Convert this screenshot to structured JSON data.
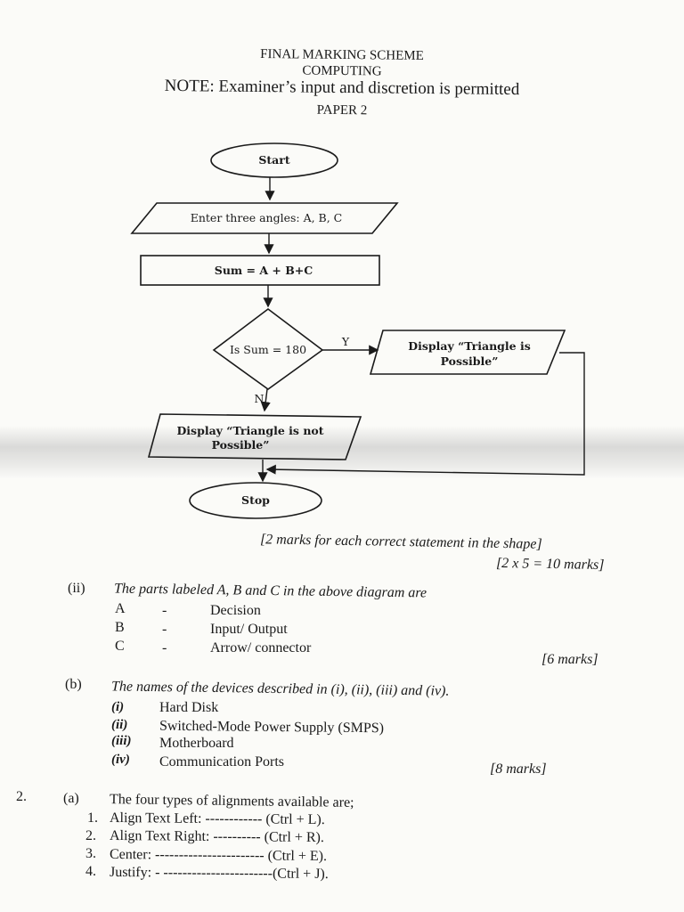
{
  "header": {
    "line1": "FINAL MARKING SCHEME",
    "line2": "COMPUTING",
    "note": "NOTE:  Examiner’s input and discretion is permitted",
    "paper": "PAPER 2"
  },
  "flowchart": {
    "start": "Start",
    "input": "Enter three angles: A, B, C",
    "process": "Sum = A + B+C",
    "decision": "Is Sum = 180",
    "yes_label": "Y",
    "no_label": "N",
    "yes_output_1": "Display “Triangle is",
    "yes_output_2": "Possible”",
    "no_output_1": "Display “Triangle is not",
    "no_output_2": "Possible”",
    "stop": "Stop"
  },
  "marks_note": {
    "line1": "[2 marks for each correct statement in the shape]",
    "line2": "[2 x 5 = 10 marks]"
  },
  "part_ii": {
    "label": "(ii)",
    "intro": "The parts labeled A, B and C in the above diagram are",
    "items": [
      {
        "key": "A",
        "dash": "-",
        "value": "Decision"
      },
      {
        "key": "B",
        "dash": "-",
        "value": "Input/ Output"
      },
      {
        "key": "C",
        "dash": "-",
        "value": "Arrow/ connector"
      }
    ],
    "marks": "[6 marks]"
  },
  "part_b": {
    "label": "(b)",
    "intro": "The names of the devices described in (i), (ii), (iii) and (iv).",
    "items": [
      {
        "num": "(i)",
        "value": "Hard Disk"
      },
      {
        "num": "(ii)",
        "value": "Switched-Mode Power Supply (SMPS)"
      },
      {
        "num": "(iii)",
        "value": "Motherboard"
      },
      {
        "num": "(iv)",
        "value": "Communication Ports"
      }
    ],
    "marks": "[8 marks]"
  },
  "question_2": {
    "number": "2.",
    "label": "(a)",
    "intro": "The four types of alignments available are;",
    "items": [
      {
        "num": "1.",
        "value": "Align Text Left: ------------ (Ctrl + L)."
      },
      {
        "num": "2.",
        "value": "Align Text Right: ---------- (Ctrl + R)."
      },
      {
        "num": "3.",
        "value": "Center: ----------------------- (Ctrl + E)."
      },
      {
        "num": "4.",
        "value": "Justify: - -----------------------(Ctrl + J)."
      }
    ]
  }
}
